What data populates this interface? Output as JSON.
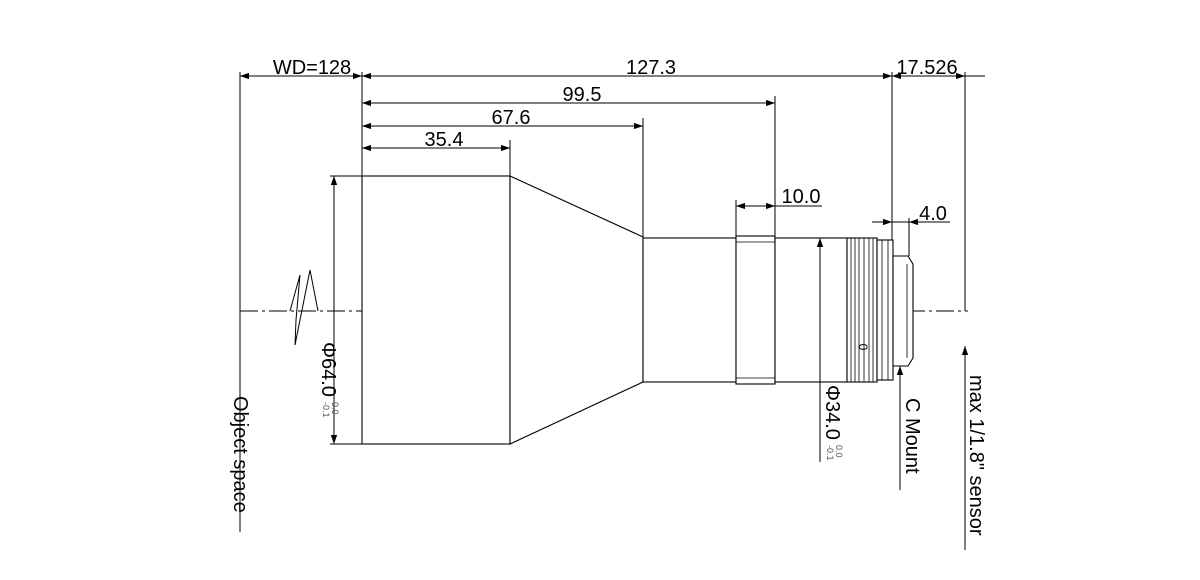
{
  "dimensions": {
    "wd": "WD=128",
    "total_length": "127.3",
    "flange_back": "17.526",
    "len_99": "99.5",
    "len_67": "67.6",
    "len_35": "35.4",
    "len_10": "10.0",
    "len_4": "4.0",
    "dia_front": "Φ64.0",
    "dia_front_tol_upper": "0.0",
    "dia_front_tol_lower": "-0.1",
    "dia_rear": "Φ34.0",
    "dia_rear_tol_upper": "0.0",
    "dia_rear_tol_lower": "-0.1"
  },
  "labels": {
    "object_space": "Object space",
    "mount": "C Mount",
    "sensor": "max 1/1.8\" sensor",
    "focus_mark": "0"
  }
}
